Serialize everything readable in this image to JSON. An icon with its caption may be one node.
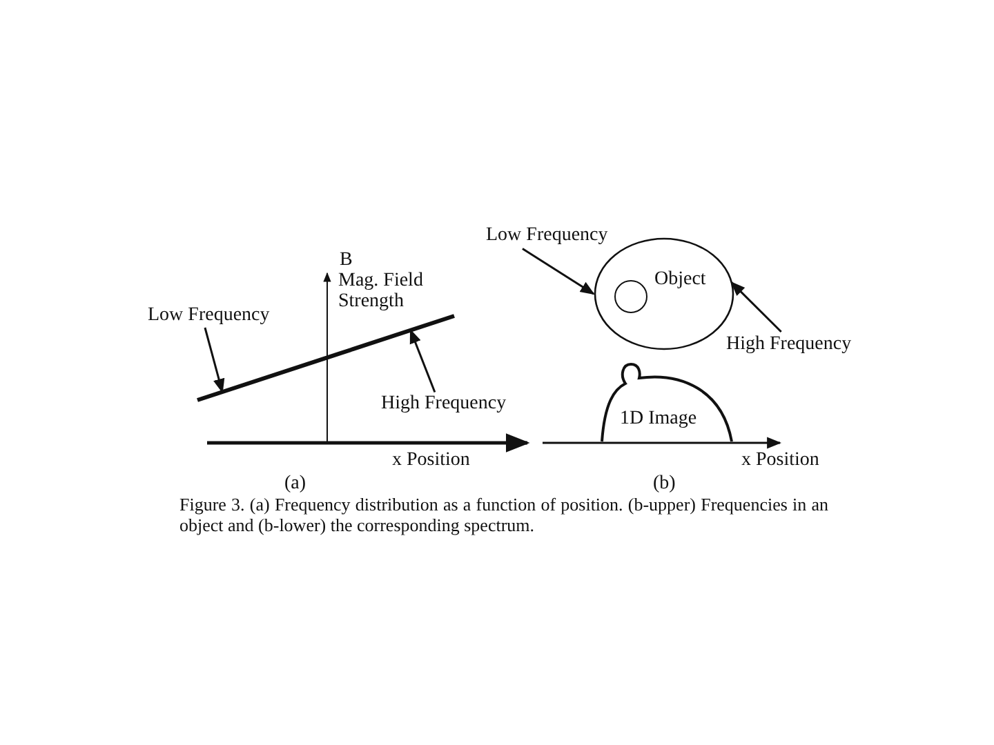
{
  "diagram": {
    "caption": "Figure 3. (a) Frequency distribution as a function of position. (b-upper) Frequencies in an object and (b-lower) the corresponding spectrum.",
    "nodes": [
      {
        "text": [
          "Low Frequency"
        ]
      },
      {
        "text": [],
        "shape": "line"
      },
      {
        "text": [
          "High Frequency"
        ]
      },
      {
        "text": [
          "Low Frequency"
        ]
      },
      {
        "text": [
          "Object"
        ]
      },
      {
        "text": [],
        "shape": "circle",
        "in": 4
      },
      {
        "text": [
          "High Frequency"
        ]
      },
      {
        "text": [
          "1D Image"
        ]
      }
    ],
    "edges": [
      {
        "from": 0,
        "to": 1,
        "arrow": "to"
      },
      {
        "from": 2,
        "to": 1,
        "arrow": "to"
      },
      {
        "from": 3,
        "to": 4,
        "arrow": "to"
      },
      {
        "from": 6,
        "to": 4,
        "arrow": "to"
      }
    ],
    "labels": [
      "B",
      "Mag. Field Strength",
      "x Position",
      "x Position",
      "(a)",
      "(b)"
    ]
  }
}
